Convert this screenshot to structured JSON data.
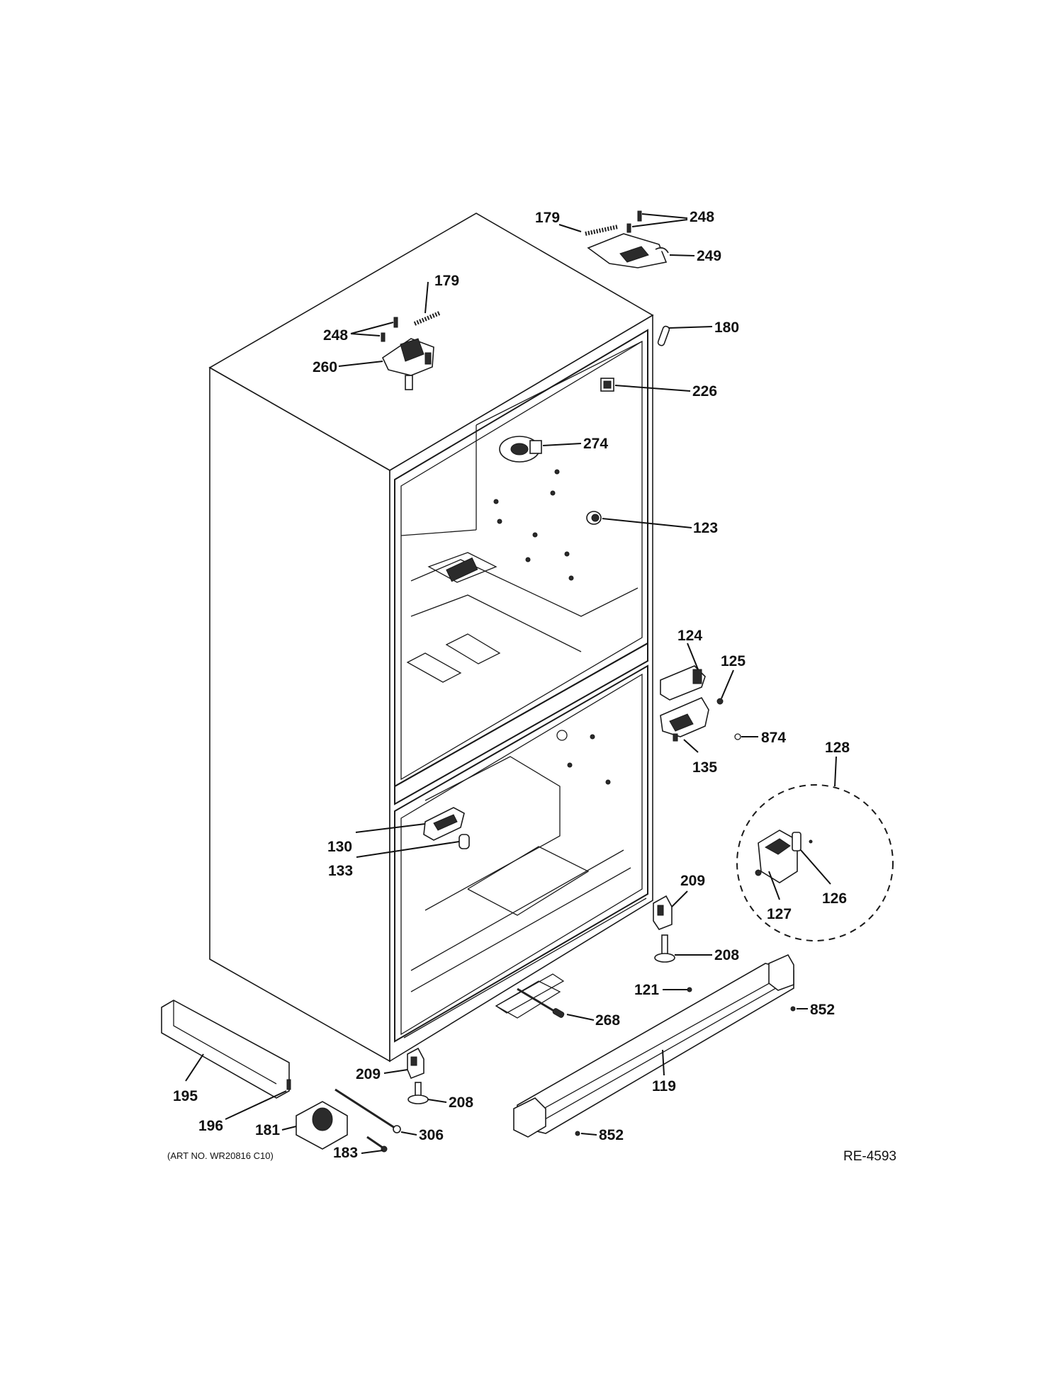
{
  "callouts": [
    "179",
    "248",
    "249",
    "179",
    "248",
    "260",
    "180",
    "226",
    "274",
    "123",
    "124",
    "125",
    "874",
    "135",
    "128",
    "126",
    "127",
    "130",
    "133",
    "209",
    "208",
    "121",
    "852",
    "268",
    "119",
    "209",
    "208",
    "195",
    "196",
    "181",
    "306",
    "852",
    "183"
  ],
  "art_number": "(ART NO. WR20816 C10)",
  "reference": "RE-4593"
}
